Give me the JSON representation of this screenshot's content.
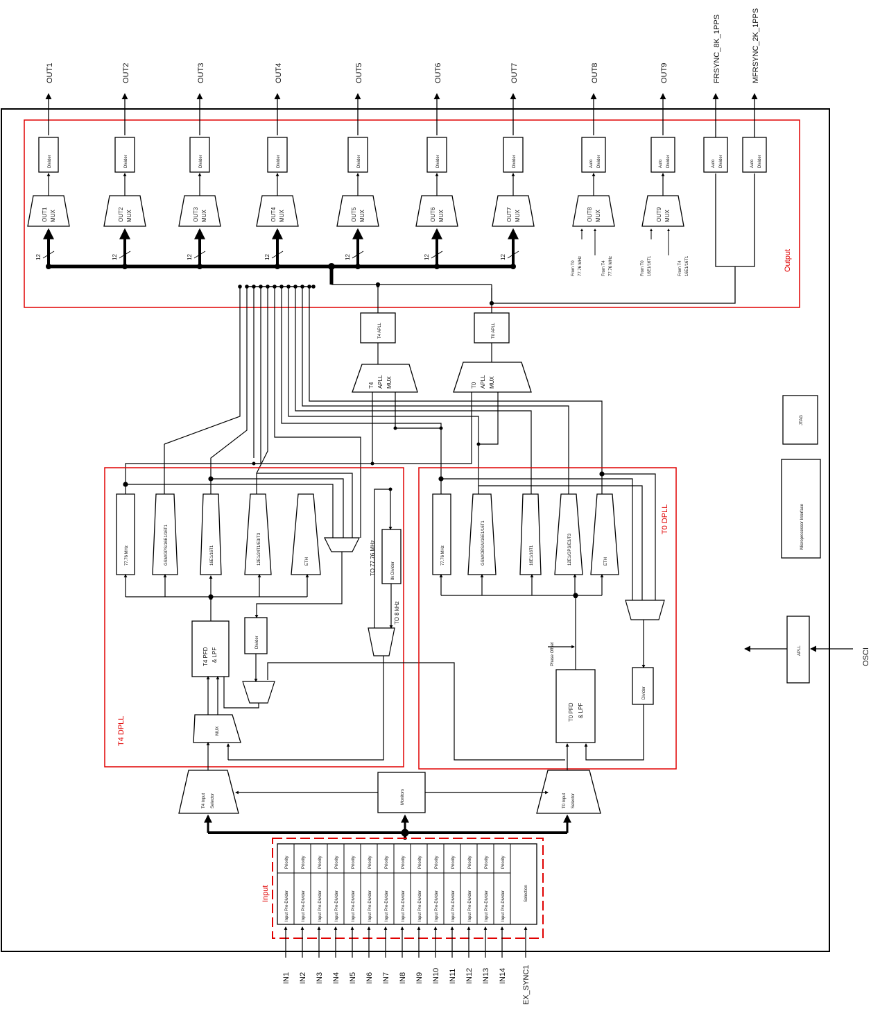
{
  "colors": {
    "line": "#000000",
    "section_border": "#e00000",
    "section_label": "#e00000"
  },
  "outputs": {
    "pins": [
      "OUT1",
      "OUT2",
      "OUT3",
      "OUT4",
      "OUT5",
      "OUT6",
      "OUT7",
      "OUT8",
      "OUT9",
      "FRSYNC_8K_1PPS",
      "MFRSYNC_2K_1PPS"
    ],
    "divider_label": "Divider",
    "auto_divider_label": [
      "Auto",
      "Divider"
    ],
    "mux_labels": [
      [
        "OUT1",
        "MUX"
      ],
      [
        "OUT2",
        "MUX"
      ],
      [
        "OUT3",
        "MUX"
      ],
      [
        "OUT4",
        "MUX"
      ],
      [
        "OUT5",
        "MUX"
      ],
      [
        "OUT6",
        "MUX"
      ],
      [
        "OUT7",
        "MUX"
      ],
      [
        "OUT8",
        "MUX"
      ],
      [
        "OUT9",
        "MUX"
      ]
    ],
    "bus_width": "12",
    "section_label": "Output",
    "out8_sources": [
      [
        "From T0",
        "77.76 MHz"
      ],
      [
        "From T4",
        "77.76 MHz"
      ]
    ],
    "out9_sources": [
      [
        "From T0",
        "16E1/16T1"
      ],
      [
        "From T4",
        "16E1/16T1"
      ]
    ]
  },
  "apll": {
    "t4_apll": "T4 APLL",
    "t0_apll": "T0 APLL",
    "t4_apll_mux": [
      "T4",
      "APLL",
      "MUX"
    ],
    "t0_apll_mux": [
      "T0",
      "APLL",
      "MUX"
    ]
  },
  "t4_dpll": {
    "label": "T4 DPLL",
    "blocks": [
      "77.76 MHz",
      "GSM/GPS/16E1/16T1",
      "16E1/16T1",
      "12E1/24T1/E3/T3",
      "ETH"
    ],
    "pfd": [
      "T4 PFD",
      "& LPF"
    ],
    "divider": "Divider",
    "mux": "MUX"
  },
  "t0_dpll": {
    "label": "T0 DPLL",
    "blocks": [
      "77.76 MHz",
      "GSM/OBSAI/16E1/16T1",
      "16E1/16T1",
      "12E1/GPS/E3/T3",
      "ETH"
    ],
    "pfd": [
      "T0 PFD",
      "& LPF"
    ],
    "phase_offset": "Phase Offset",
    "divider": "Divider"
  },
  "middle": {
    "to_7776": "TO 77.76 MHz",
    "to_8k": "TO 8 kHz",
    "divider_8k": "8k Divider"
  },
  "selectors": {
    "t4_input": [
      "T4 Input",
      "Selector"
    ],
    "t0_input": [
      "T0 Input",
      "Selector"
    ],
    "monitors": "Monitors"
  },
  "input": {
    "section_label": "Input",
    "pins": [
      "IN1",
      "IN2",
      "IN3",
      "IN4",
      "IN5",
      "IN6",
      "IN7",
      "IN8",
      "IN9",
      "IN10",
      "IN11",
      "IN12",
      "IN13",
      "IN14"
    ],
    "predivider_label": "Input Pre-Divider",
    "priority_label": "Priority",
    "ex_sync_pin": "EX_SYNC1",
    "ex_sync_label": "Selection"
  },
  "right": {
    "jtag": "JTAG",
    "microprocessor": "Microprocessor Interface",
    "apll": "APLL",
    "osci": "OSCI"
  }
}
